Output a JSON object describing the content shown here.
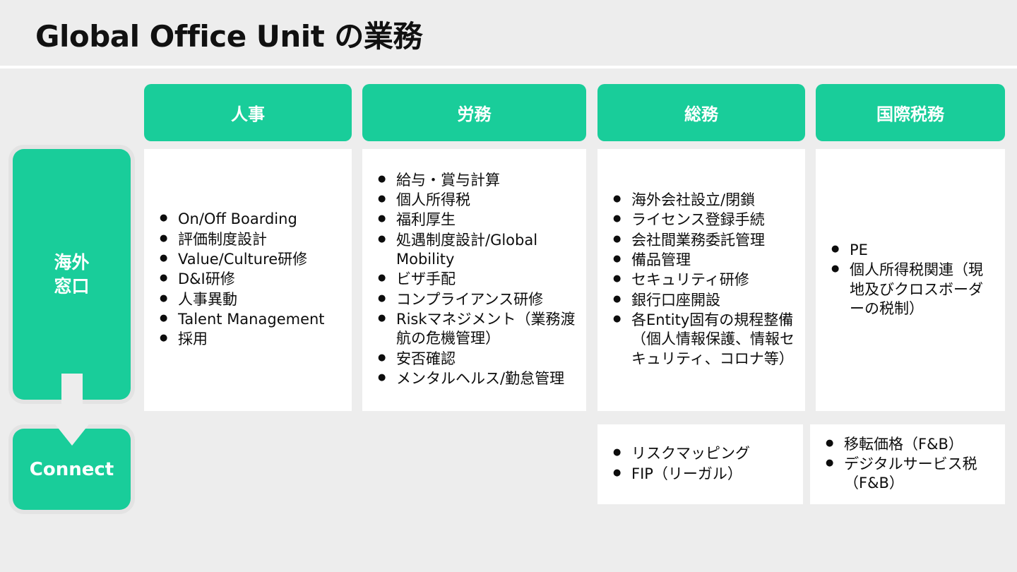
{
  "slide": {
    "title": "Global Office Unit の業務",
    "background_color": "#ededed",
    "accent_color": "#19cd9a",
    "card_color": "#ffffff",
    "text_color": "#0d0d0d"
  },
  "left_rail": {
    "gateway_label": "海外\n窓口",
    "gateway_line_1": "海外",
    "gateway_line_2": "窓口",
    "arrow": "down-arrow",
    "connect_label": "Connect"
  },
  "columns": [
    {
      "header": "人事",
      "items": [
        "On/Off Boarding",
        "評価制度設計",
        "Value/Culture研修",
        "D&I研修",
        "人事異動",
        "Talent Management",
        "採用"
      ]
    },
    {
      "header": "労務",
      "items": [
        "給与・賞与計算",
        "個人所得税",
        "福利厚生",
        "処遇制度設計/Global Mobility",
        "ビザ手配",
        "コンプライアンス研修",
        "Riskマネジメント（業務渡航の危機管理）",
        "安否確認",
        "メンタルヘルス/勤怠管理"
      ]
    },
    {
      "header": "総務",
      "items": [
        "海外会社設立/閉鎖",
        "ライセンス登録手続",
        "会社間業務委託管理",
        "備品管理",
        "セキュリティ研修",
        "銀行口座開設",
        "各Entity固有の規程整備（個人情報保護、情報セキュリティ、コロナ等）"
      ],
      "secondary_items": [
        "リスクマッピング",
        "FIP（リーガル）"
      ]
    },
    {
      "header": "国際税務",
      "items": [
        "PE",
        "個人所得税関連（現地及びクロスボーダーの税制）"
      ],
      "secondary_items": [
        "移転価格（F&B）",
        "デジタルサービス税（F&B）"
      ]
    }
  ]
}
